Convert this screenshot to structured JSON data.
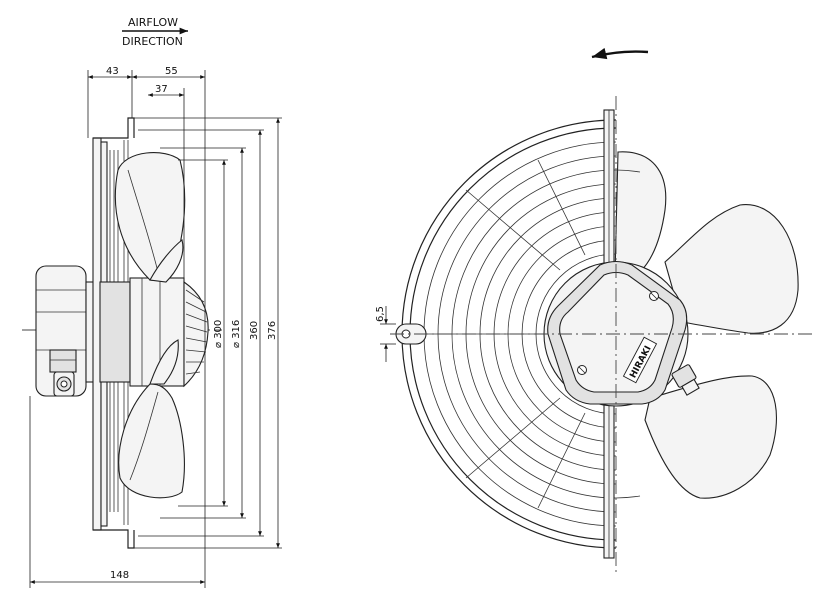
{
  "airflow": {
    "line1": "AIRFLOW",
    "line2": "DIRECTION"
  },
  "dimensions": {
    "d43": "43",
    "d55": "55",
    "d37": "37",
    "d148": "148",
    "d300": "⌀ 300",
    "d316": "⌀ 316",
    "d360": "360",
    "d376": "376",
    "d6_5": "6,5"
  },
  "brand_text": "HIRAKI"
}
